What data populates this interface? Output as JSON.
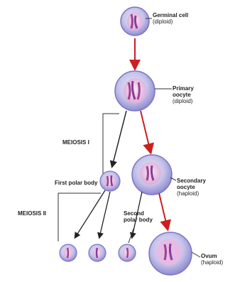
{
  "labels": {
    "germinal": {
      "name": "Germinal cell",
      "ploidy": "(diploid)"
    },
    "primary": {
      "line1": "Primary",
      "line2": "oocyte",
      "ploidy": "(diploid)"
    },
    "meiosis1": "MEIOSIS I",
    "first_polar": "First polar body",
    "secondary": {
      "line1": "Secondary",
      "line2": "oocyte",
      "ploidy": "(haploid)"
    },
    "meiosis2": "MEIOSIS II",
    "second_polar": {
      "line1": "Second",
      "line2": "polar body"
    },
    "ovum": {
      "name": "Ovum",
      "ploidy": "(haploid)"
    }
  },
  "colors": {
    "cell_fill": "#c8c6ea",
    "cell_edge": "#6f6cc0",
    "nucleus": "#e8c7e8",
    "chromosome": "#b04a9a",
    "red_arrow": "#cc1f1f",
    "black_arrow": "#222222"
  }
}
